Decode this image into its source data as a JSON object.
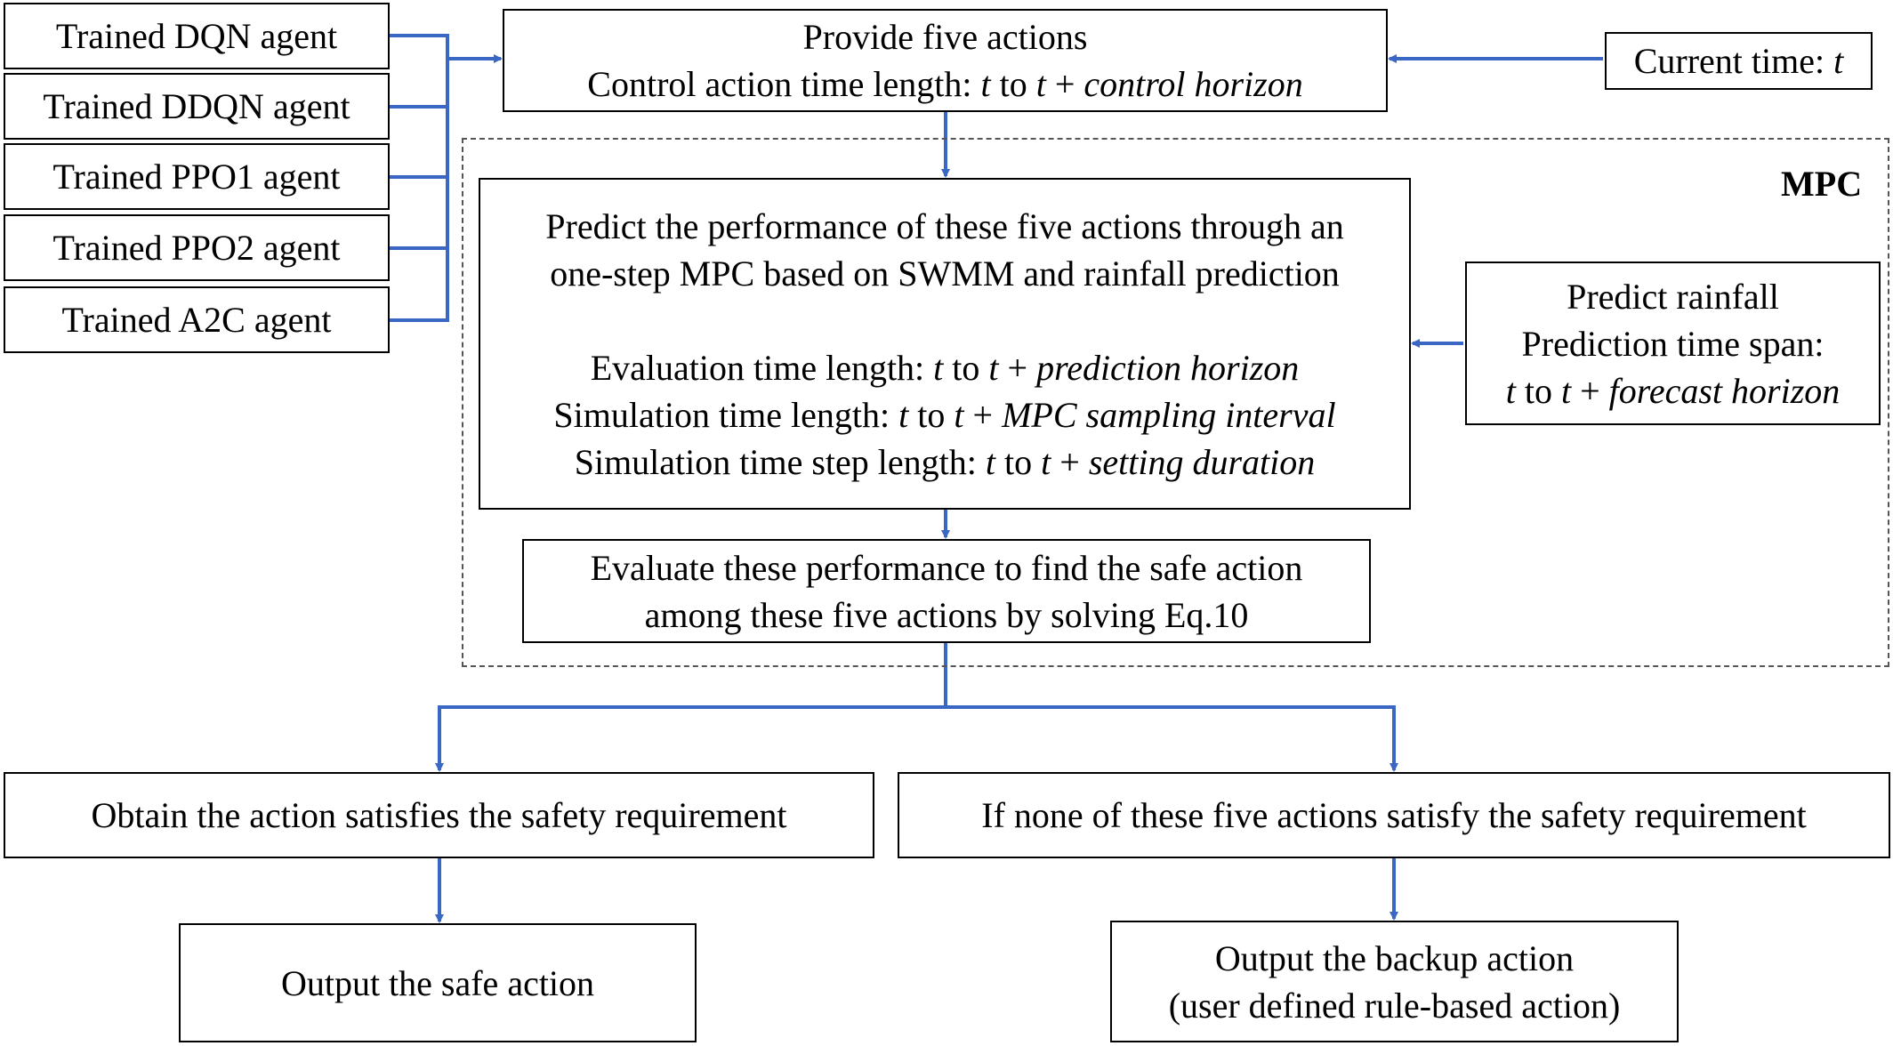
{
  "diagram": {
    "agents": [
      "Trained DQN agent",
      "Trained DDQN agent",
      "Trained PPO1 agent",
      "Trained PPO2 agent",
      "Trained A2C agent"
    ],
    "provide": {
      "line1": "Provide five  actions",
      "line2_prefix": "Control action time length:  ",
      "line2_t": "t",
      "line2_mid": " to ",
      "line2_t2": "t",
      "line2_plus": " + ",
      "line2_term": "control horizon"
    },
    "current_time": {
      "prefix": "Current time:  ",
      "var": "t"
    },
    "mpc_label": "MPC",
    "predict": {
      "line1": "Predict the performance of these five  actions through an",
      "line2": "one-step MPC based on SWMM and rainfall prediction",
      "eval_prefix": "Evaluation time length: ",
      "eval_term": "prediction horizon",
      "sim_prefix": "Simulation time length: ",
      "sim_term": "MPC sampling interval",
      "step_prefix": "Simulation time step length:  ",
      "step_term": "setting duration",
      "t": "t",
      "to": " to ",
      "plus": " + "
    },
    "rainfall": {
      "line1": "Predict rainfall",
      "line2": "Prediction time span:",
      "t": "t",
      "to": " to ",
      "plus": " + ",
      "term": "forecast horizon"
    },
    "evaluate": {
      "line1": "Evaluate these performance to find the safe action",
      "line2": "among these five  actions by solving Eq.10"
    },
    "satisfies": "Obtain the action satisfies  the safety  requirement",
    "none": "If none of these five  actions satisfy  the safety requirement",
    "safe": "Output the safe action",
    "backup": {
      "line1": "Output the backup action",
      "line2": "(user defined  rule-based action)"
    },
    "colors": {
      "arrow": "#3a66c4",
      "border": "#000000",
      "dash": "#555555"
    }
  }
}
